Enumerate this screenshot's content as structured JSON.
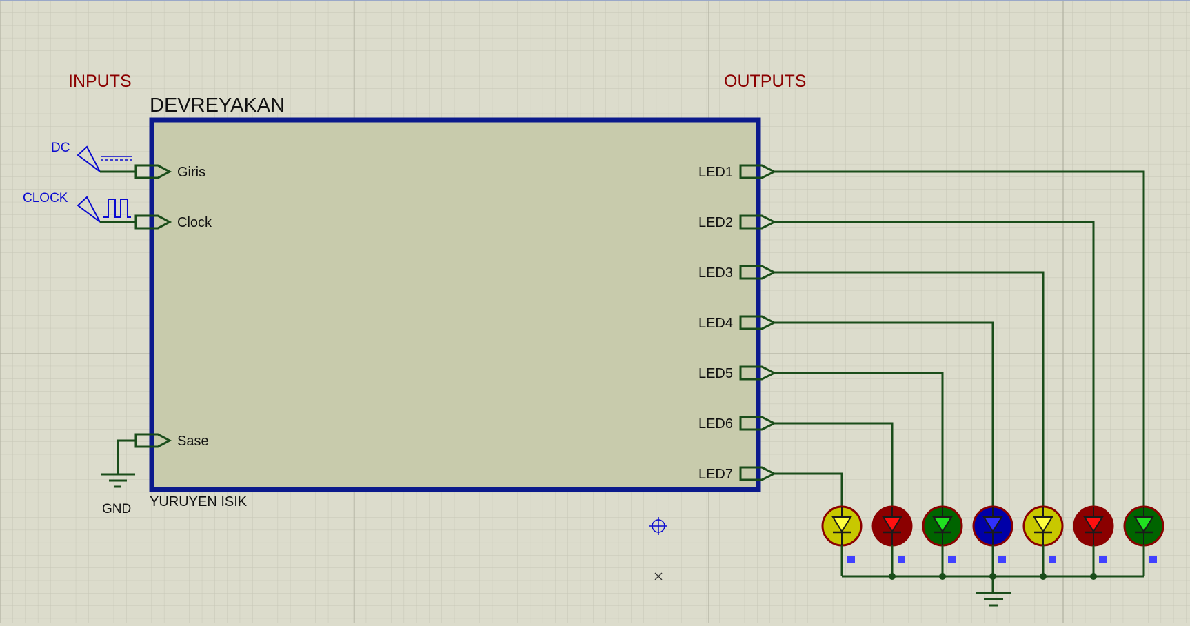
{
  "labels": {
    "inputs": "INPUTS",
    "outputs": "OUTPUTS",
    "component_name": "DEVREYAKAN",
    "component_type": "YURUYEN ISIK",
    "dc": "DC",
    "clock_gen": "CLOCK",
    "gnd": "GND"
  },
  "pins": {
    "left": [
      "Giris",
      "Clock",
      "Sase"
    ],
    "right": [
      "LED1",
      "LED2",
      "LED3",
      "LED4",
      "LED5",
      "LED6",
      "LED7"
    ]
  },
  "leds": [
    {
      "color": "yellow",
      "fill": "#c8c800",
      "arrow": "#ffff40"
    },
    {
      "color": "red",
      "fill": "#8b0000",
      "arrow": "#ff1010"
    },
    {
      "color": "green",
      "fill": "#006400",
      "arrow": "#20e020"
    },
    {
      "color": "blue",
      "fill": "#0000a8",
      "arrow": "#3030ff"
    },
    {
      "color": "yellow",
      "fill": "#c8c800",
      "arrow": "#ffff40"
    },
    {
      "color": "red",
      "fill": "#8b0000",
      "arrow": "#ff1010"
    },
    {
      "color": "green",
      "fill": "#006400",
      "arrow": "#20e020"
    }
  ],
  "colors": {
    "background": "#dcdccc",
    "grid_minor": "#c6c6b6",
    "grid_major": "#b4b4a4",
    "wire": "#1a4d1a",
    "component_border": "#0b1a8c",
    "component_body": "#c8cbac",
    "label_dark_red": "#8b0000",
    "generator_blue": "#0a0ad0",
    "marker_blue": "#4040ff"
  }
}
